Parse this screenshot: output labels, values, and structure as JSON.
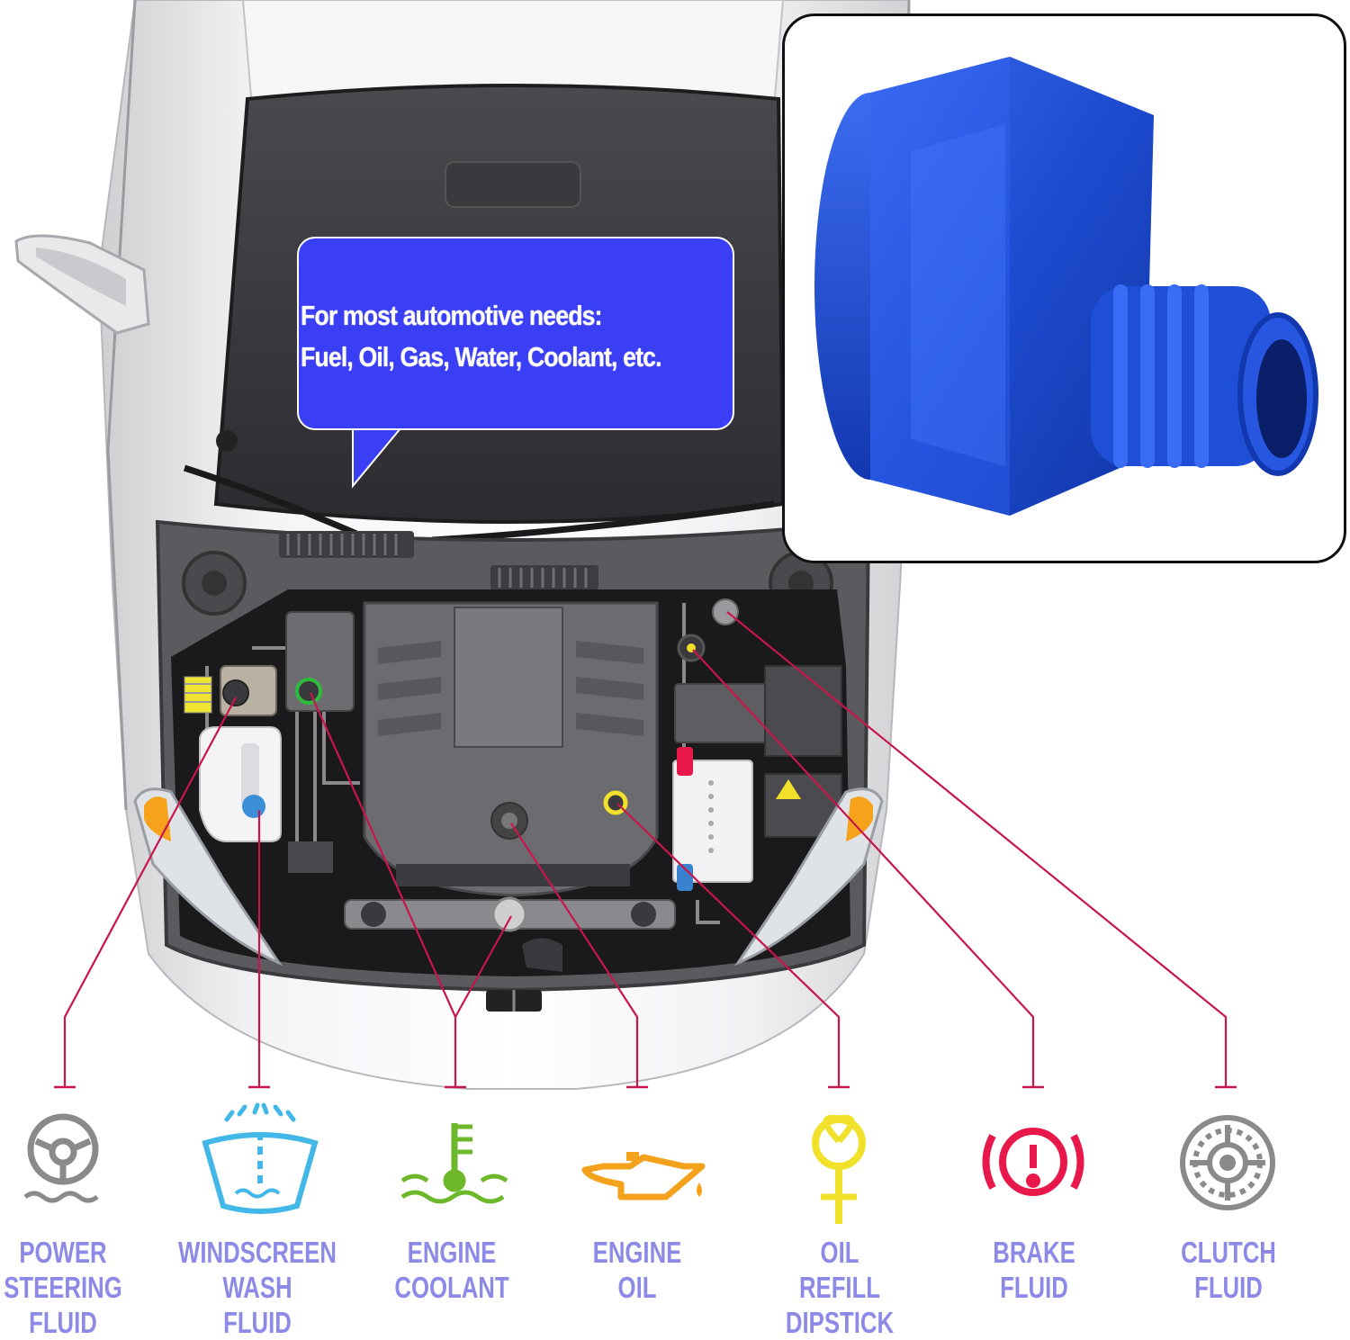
{
  "callout": {
    "line1": "For most automotive needs:",
    "line2": "Fuel, Oil, Gas, Water, Coolant, etc."
  },
  "labels": [
    {
      "lines": [
        "POWER",
        "STEERING",
        "FLUID"
      ],
      "icon": "steering-wheel-fluid-icon"
    },
    {
      "lines": [
        "WINDSCREEN",
        "WASH",
        "FLUID"
      ],
      "icon": "windscreen-washer-icon"
    },
    {
      "lines": [
        "ENGINE",
        "COOLANT"
      ],
      "icon": "coolant-temperature-icon"
    },
    {
      "lines": [
        "ENGINE",
        "OIL"
      ],
      "icon": "oil-can-icon"
    },
    {
      "lines": [
        "OIL",
        "REFILL",
        "DIPSTICK"
      ],
      "icon": "dipstick-icon"
    },
    {
      "lines": [
        "BRAKE",
        "FLUID"
      ],
      "icon": "brake-warning-icon"
    },
    {
      "lines": [
        "CLUTCH",
        "FLUID"
      ],
      "icon": "clutch-disc-icon"
    }
  ],
  "colors": {
    "callout_bg": "#3a3ef5",
    "leader_line": "#c8164a",
    "label_text": "#8c8ae6",
    "fitting_blue": "#1f4fd6",
    "power_steering_icon": "#8a8a8a",
    "washer_icon": "#42b8e8",
    "coolant_icon": "#6cb82a",
    "oil_icon": "#f4a21c",
    "dipstick_icon": "#f2e12a",
    "brake_icon": "#e8184a",
    "clutch_icon": "#8a8a8a"
  }
}
